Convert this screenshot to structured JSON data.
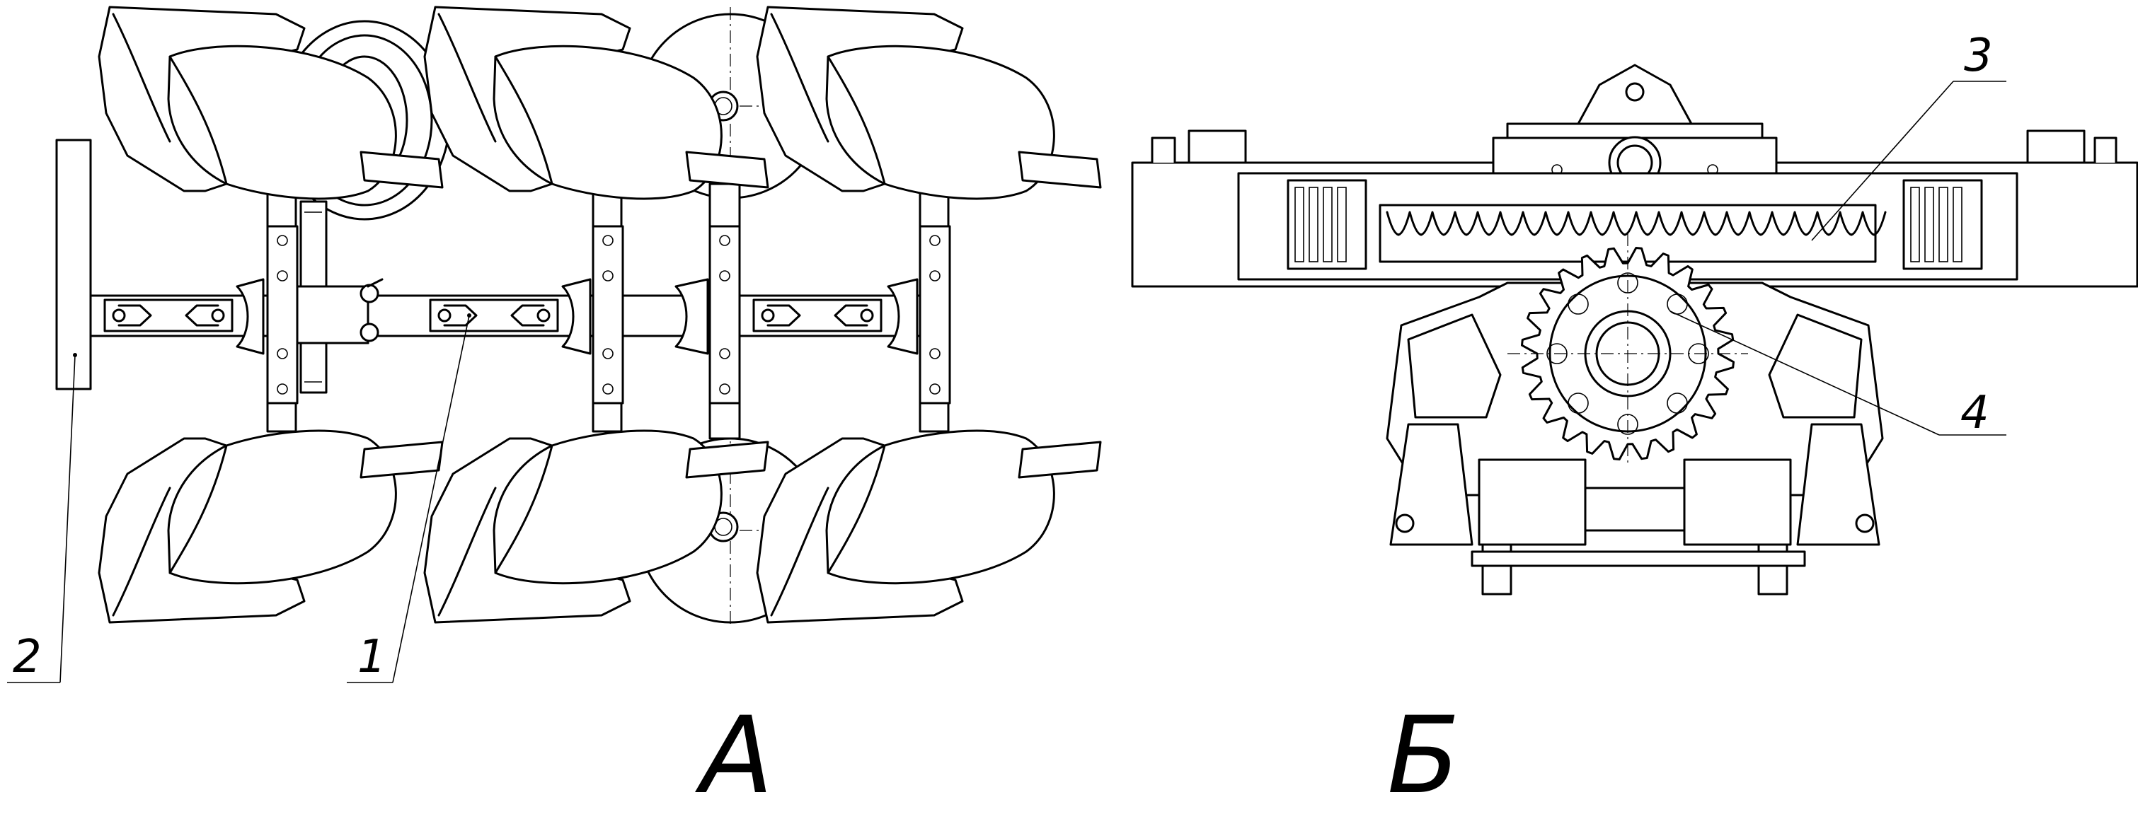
{
  "views": {
    "plough": {
      "label": "А"
    },
    "mechanism": {
      "label": "Б"
    }
  },
  "callouts": [
    {
      "id": "1",
      "text": "1"
    },
    {
      "id": "2",
      "text": "2"
    },
    {
      "id": "3",
      "text": "3"
    },
    {
      "id": "4",
      "text": "4"
    }
  ]
}
